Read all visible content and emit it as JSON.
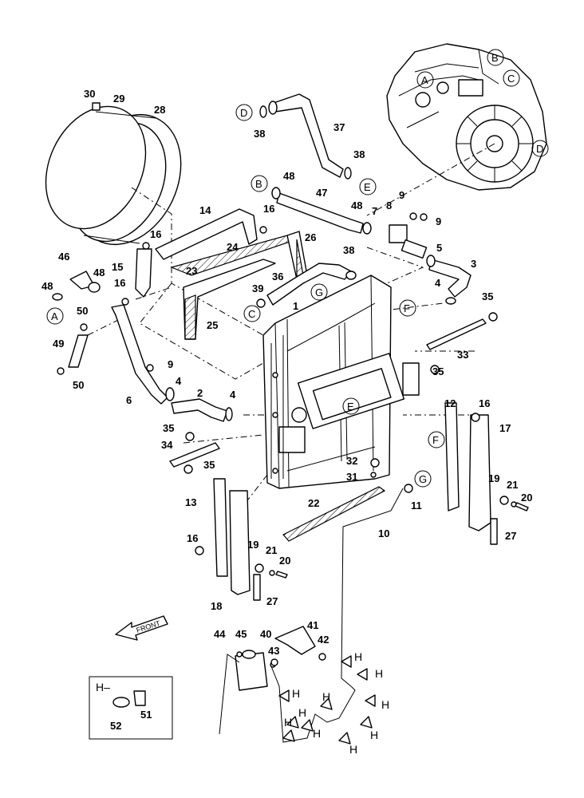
{
  "part_numbers": {
    "p1": "1",
    "p2": "2",
    "p3": "3",
    "p4a": "4",
    "p4b": "4",
    "p4c": "4",
    "p5": "5",
    "p6": "6",
    "p7": "7",
    "p8": "8",
    "p9a": "9",
    "p9b": "9",
    "p9c": "9",
    "p10": "10",
    "p11": "11",
    "p12": "12",
    "p13": "13",
    "p14": "14",
    "p15": "15",
    "p16a": "16",
    "p16b": "16",
    "p16c": "16",
    "p16d": "16",
    "p16e": "16",
    "p17": "17",
    "p18": "18",
    "p19a": "19",
    "p19b": "19",
    "p20a": "20",
    "p20b": "20",
    "p21a": "21",
    "p21b": "21",
    "p22": "22",
    "p23": "23",
    "p24": "24",
    "p25": "25",
    "p26": "26",
    "p27a": "27",
    "p27b": "27",
    "p28": "28",
    "p29": "29",
    "p30": "30",
    "p31": "31",
    "p32": "32",
    "p33": "33",
    "p34": "34",
    "p35a": "35",
    "p35b": "35",
    "p35c": "35",
    "p35d": "35",
    "p36": "36",
    "p37": "37",
    "p38a": "38",
    "p38b": "38",
    "p38c": "38",
    "p39": "39",
    "p40": "40",
    "p41": "41",
    "p42": "42",
    "p43": "43",
    "p44": "44",
    "p45": "45",
    "p46": "46",
    "p47": "47",
    "p48a": "48",
    "p48b": "48",
    "p48c": "48",
    "p48d": "48",
    "p49": "49",
    "p50a": "50",
    "p50b": "50",
    "p51": "51",
    "p52": "52"
  },
  "connection_refs": {
    "A": "A",
    "B": "B",
    "C": "C",
    "D": "D",
    "E": "E",
    "F": "F",
    "G": "G"
  },
  "front_label": "FRONT",
  "inset_title": "H–",
  "h_marker": "H"
}
